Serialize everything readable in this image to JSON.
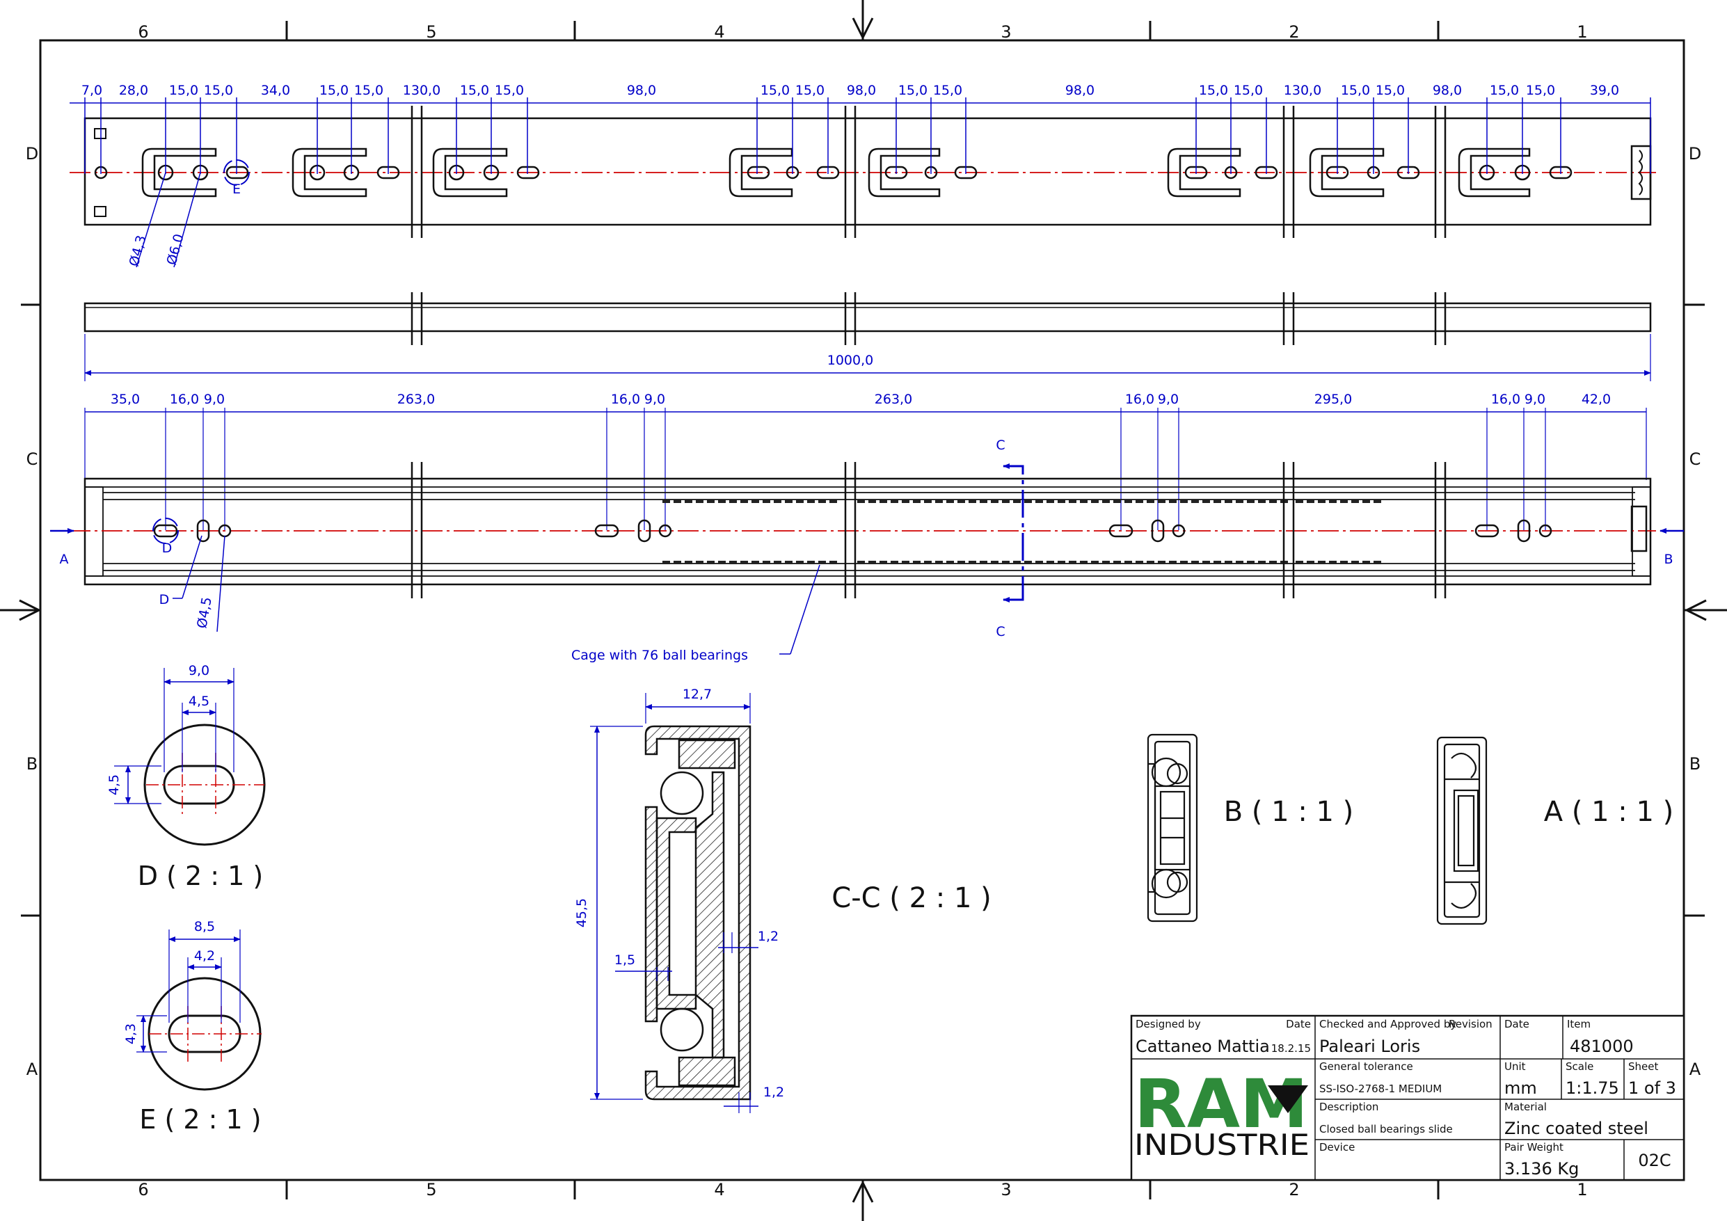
{
  "zones": {
    "columns": [
      "6",
      "5",
      "4",
      "3",
      "2",
      "1"
    ],
    "rows": [
      "D",
      "C",
      "B",
      "A"
    ]
  },
  "top_view_dims": [
    "7,0",
    "28,0",
    "15,0",
    "15,0",
    "34,0",
    "15,0",
    "15,0",
    "130,0",
    "15,0",
    "15,0",
    "98,0",
    "15,0",
    "15,0",
    "98,0",
    "15,0",
    "15,0",
    "98,0",
    "15,0",
    "15,0",
    "130,0",
    "15,0",
    "15,0",
    "98,0",
    "15,0",
    "15,0",
    "39,0"
  ],
  "hole_labels": {
    "d43": "Ø4,3",
    "d60": "Ø6,0",
    "d45": "Ø4,5",
    "e_mark": "E",
    "d_mark": "D",
    "d_leader": "D"
  },
  "overall_length": "1000,0",
  "bottom_view_dims": [
    "35,0",
    "16,0",
    "9,0",
    "263,0",
    "16,0",
    "9,0",
    "263,0",
    "16,0",
    "9,0",
    "295,0",
    "16,0",
    "9,0",
    "42,0"
  ],
  "section_marks": {
    "c_top": "C",
    "c_bottom": "C",
    "a": "A",
    "b": "B"
  },
  "cage_note": "Cage with 76 ball bearings",
  "detail_d": {
    "w1": "9,0",
    "w2": "4,5",
    "h": "4,5",
    "label": "D ( 2 : 1 )"
  },
  "detail_e": {
    "w1": "8,5",
    "w2": "4,2",
    "h": "4,3",
    "label": "E ( 2 : 1 )"
  },
  "section_cc": {
    "width": "12,7",
    "height": "45,5",
    "t1": "1,2",
    "t2": "1,5",
    "t3": "1,2",
    "label": "C-C ( 2 : 1 )"
  },
  "view_b_label": "B ( 1 : 1 )",
  "view_a_label": "A ( 1 : 1 )",
  "title_block": {
    "designed_by_label": "Designed by",
    "date_label_1": "Date",
    "designer": "Cattaneo Mattia",
    "design_date": "18.2.15",
    "checked_label": "Checked and Approved by",
    "revision_label": "Revision",
    "checker": "Paleari Loris",
    "date_label_2": "Date",
    "item_label": "Item",
    "item": "481000",
    "tolerance_label": "General tolerance",
    "tolerance": "SS-ISO-2768-1 MEDIUM",
    "unit_label": "Unit",
    "unit": "mm",
    "scale_label": "Scale",
    "scale": "1:1.75",
    "sheet_label": "Sheet",
    "sheet": "1 of 3",
    "logo_top": "RAM",
    "logo_bottom": "INDUSTRIE",
    "description_label": "Description",
    "description": "Closed ball bearings slide",
    "material_label": "Material",
    "material": "Zinc coated steel",
    "device_label": "Device",
    "weight_label": "Pair Weight",
    "weight": "3.136 Kg",
    "code": "02C"
  },
  "colors": {
    "dimension": "#0000c8",
    "centerline": "#d00000",
    "logo_green": "#2e8b3a",
    "ink": "#111111"
  }
}
